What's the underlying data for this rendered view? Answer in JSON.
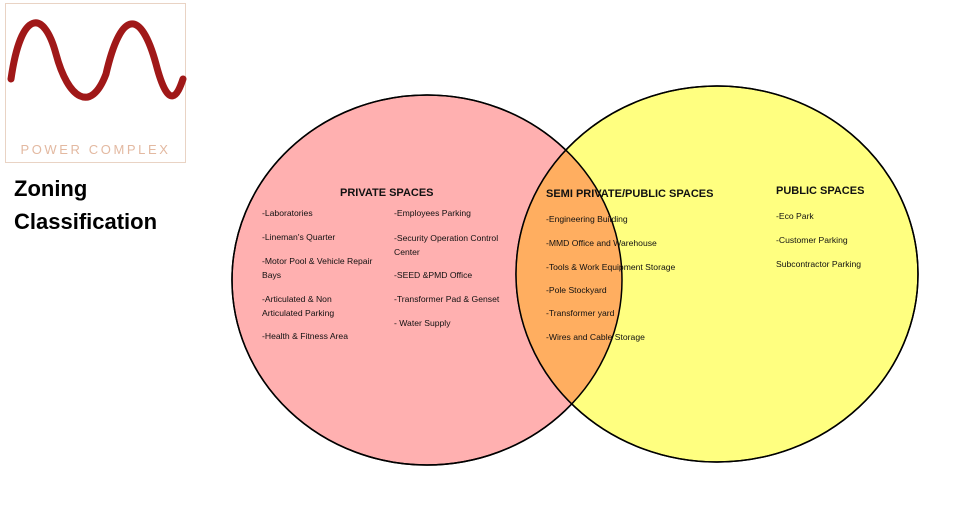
{
  "logo": {
    "text": "POWER COMPLEX",
    "wave_color": "#a01818"
  },
  "title": {
    "line1": "Zoning",
    "line2": "Classification"
  },
  "colors": {
    "private_fill": "#ffb0b0",
    "public_fill": "#ffff80",
    "overlap_fill": "#ffae60",
    "outline": "#000000"
  },
  "private": {
    "heading": "PRIVATE SPACES",
    "col1": [
      "-Laboratories",
      "-Lineman's Quarter",
      "-Motor Pool & Vehicle Repair Bays",
      "-Articulated & Non Articulated Parking",
      "-Health & Fitness Area"
    ],
    "col2": [
      "-Employees Parking",
      "-Security Operation Control Center",
      "-SEED &PMD Office",
      "-Transformer Pad & Genset",
      "- Water Supply"
    ]
  },
  "semi": {
    "heading": "SEMI PRIVATE/PUBLIC SPACES",
    "items": [
      "-Engineering Building",
      "-MMD Office and Warehouse",
      "-Tools & Work Equipment Storage",
      "-Pole Stockyard",
      "-Transformer yard",
      "-Wires and Cable Storage"
    ]
  },
  "public": {
    "heading": "PUBLIC SPACES",
    "items": [
      "-Eco Park",
      "-Customer Parking",
      "Subcontractor Parking"
    ]
  }
}
